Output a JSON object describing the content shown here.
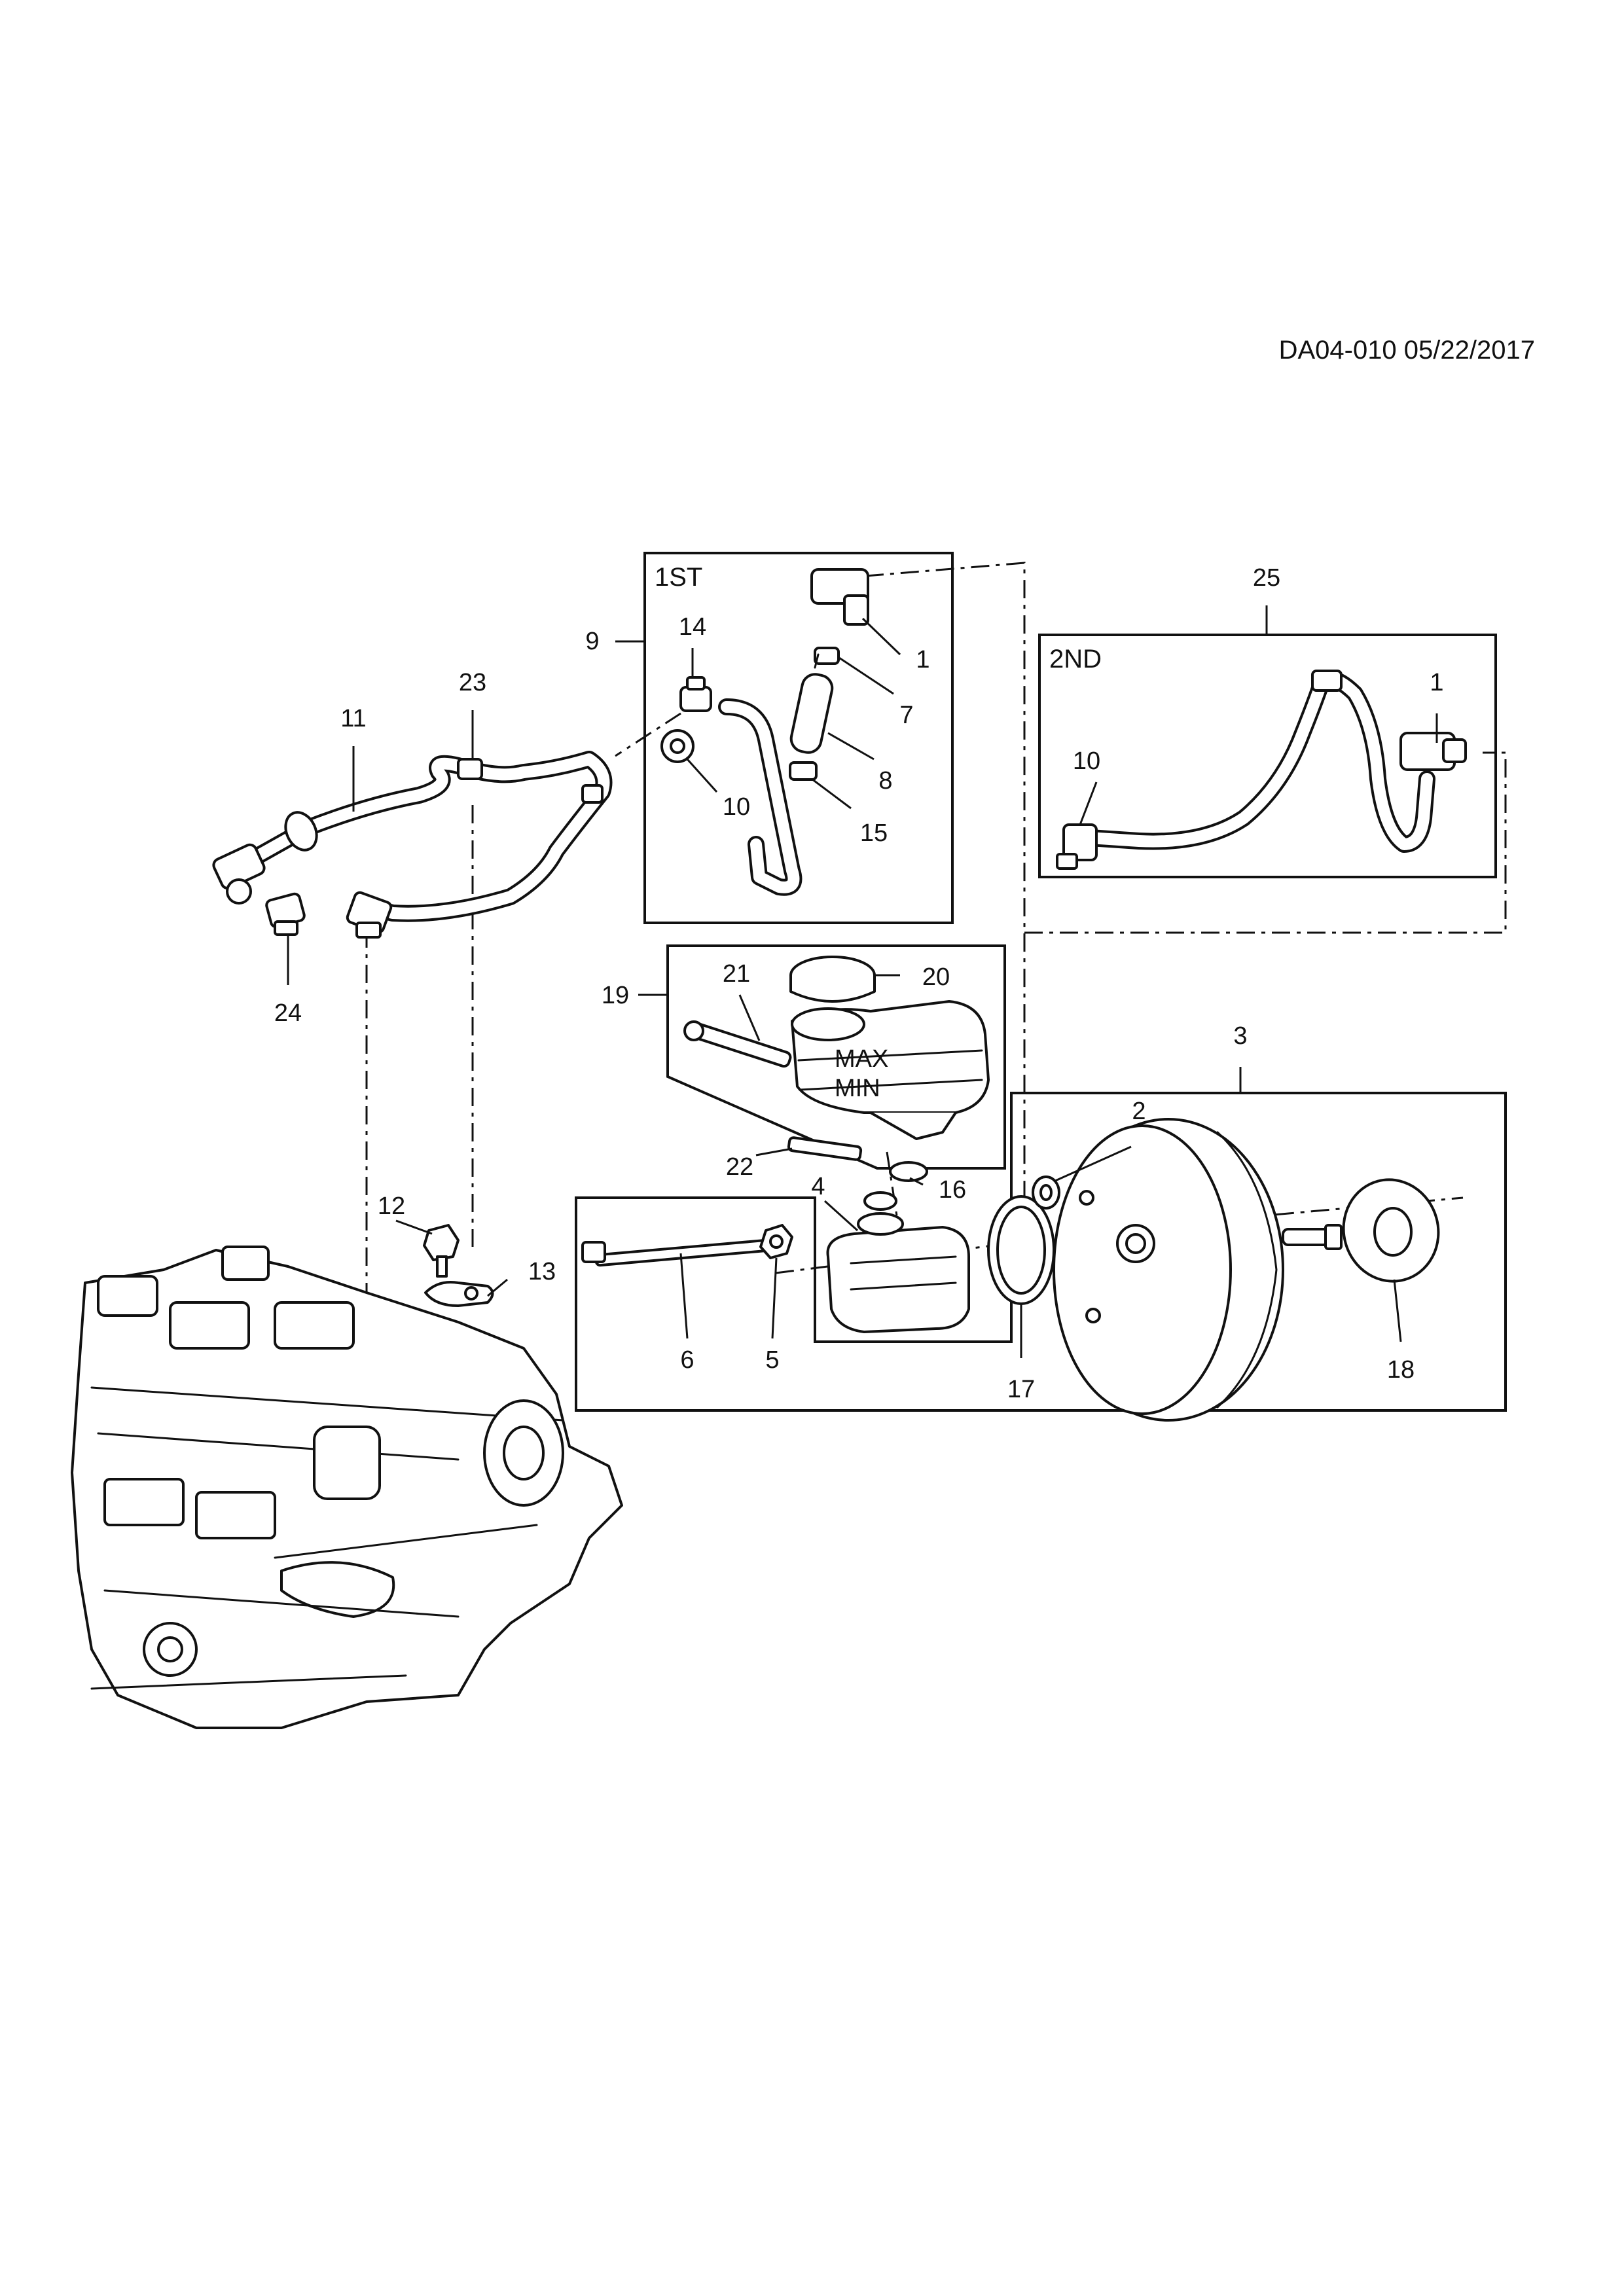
{
  "document_id": "DA04-010 05/22/2017",
  "frames": {
    "first": "1ST",
    "second": "2ND"
  },
  "callouts": {
    "c1a": "1",
    "c1b": "1",
    "c2": "2",
    "c3": "3",
    "c4": "4",
    "c5": "5",
    "c6": "6",
    "c7": "7",
    "c8": "8",
    "c9": "9",
    "c10a": "10",
    "c10b": "10",
    "c11": "11",
    "c12": "12",
    "c13": "13",
    "c14": "14",
    "c15": "15",
    "c16": "16",
    "c17": "17",
    "c18": "18",
    "c19": "19",
    "c20": "20",
    "c21": "21",
    "c22": "22",
    "c23": "23",
    "c24": "24",
    "c25": "25"
  },
  "reservoir_marks": {
    "max": "MAX",
    "min": "MIN"
  }
}
